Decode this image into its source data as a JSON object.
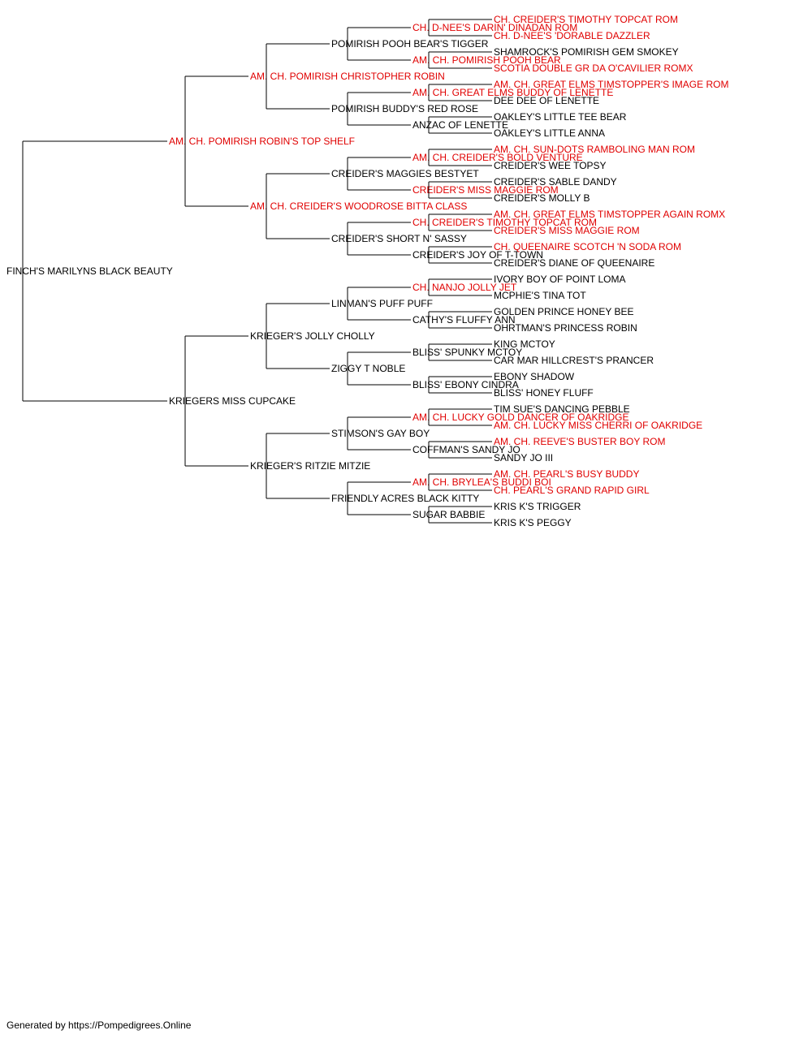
{
  "colors": {
    "champion": "#e00000",
    "normal": "#000000",
    "line": "#000000"
  },
  "pedigree": {
    "name": "FINCH'S MARILYNS BLACK BEAUTY",
    "ch": false,
    "sire": {
      "name": "AM. CH. POMIRISH ROBIN'S TOP SHELF",
      "ch": true,
      "sire": {
        "name": "AM. CH. POMIRISH CHRISTOPHER ROBIN",
        "ch": true,
        "sire": {
          "name": "POMIRISH POOH BEAR'S TIGGER",
          "ch": false,
          "sire": {
            "name": "CH. D-NEE'S DARIN' DINADAN ROM",
            "ch": true,
            "sire": {
              "name": "CH. CREIDER'S TIMOTHY TOPCAT ROM",
              "ch": true
            },
            "dam": {
              "name": "CH. D-NEE'S 'DORABLE DAZZLER",
              "ch": true
            }
          },
          "dam": {
            "name": "AM. CH. POMIRISH POOH BEAR",
            "ch": true,
            "sire": {
              "name": "SHAMROCK'S POMIRISH GEM SMOKEY",
              "ch": false
            },
            "dam": {
              "name": "SCOTIA DOUBLE GR DA O'CAVILIER ROMX",
              "ch": true
            }
          }
        },
        "dam": {
          "name": "POMIRISH BUDDY'S RED ROSE",
          "ch": false,
          "sire": {
            "name": "AM. CH. GREAT ELMS BUDDY OF LENETTE",
            "ch": true,
            "sire": {
              "name": "AM. CH. GREAT ELMS TIMSTOPPER'S IMAGE ROM",
              "ch": true
            },
            "dam": {
              "name": "DEE DEE OF LENETTE",
              "ch": false
            }
          },
          "dam": {
            "name": "ANZAC OF LENETTE",
            "ch": false,
            "sire": {
              "name": "OAKLEY'S LITTLE TEE BEAR",
              "ch": false
            },
            "dam": {
              "name": "OAKLEY'S LITTLE ANNA",
              "ch": false
            }
          }
        }
      },
      "dam": {
        "name": "AM. CH. CREIDER'S WOODROSE BITTA CLASS",
        "ch": true,
        "sire": {
          "name": "CREIDER'S MAGGIES BESTYET",
          "ch": false,
          "sire": {
            "name": "AM. CH. CREIDER'S BOLD VENTURE",
            "ch": true,
            "sire": {
              "name": "AM. CH. SUN-DOTS RAMBOLING MAN ROM",
              "ch": true
            },
            "dam": {
              "name": "CREIDER'S WEE TOPSY",
              "ch": false
            }
          },
          "dam": {
            "name": "CREIDER'S MISS MAGGIE ROM",
            "ch": true,
            "sire": {
              "name": "CREIDER'S SABLE DANDY",
              "ch": false
            },
            "dam": {
              "name": "CREIDER'S MOLLY B",
              "ch": false
            }
          }
        },
        "dam": {
          "name": "CREIDER'S SHORT N' SASSY",
          "ch": false,
          "sire": {
            "name": "CH. CREIDER'S TIMOTHY TOPCAT ROM",
            "ch": true,
            "sire": {
              "name": "AM. CH. GREAT ELMS TIMSTOPPER AGAIN ROMX",
              "ch": true
            },
            "dam": {
              "name": "CREIDER'S MISS MAGGIE ROM",
              "ch": true
            }
          },
          "dam": {
            "name": "CREIDER'S JOY OF T-TOWN",
            "ch": false,
            "sire": {
              "name": "CH. QUEENAIRE SCOTCH 'N SODA ROM",
              "ch": true
            },
            "dam": {
              "name": "CREIDER'S DIANE OF QUEENAIRE",
              "ch": false
            }
          }
        }
      }
    },
    "dam": {
      "name": "KRIEGERS MISS CUPCAKE",
      "ch": false,
      "sire": {
        "name": "KRIEGER'S JOLLY CHOLLY",
        "ch": false,
        "sire": {
          "name": "LINMAN'S PUFF PUFF",
          "ch": false,
          "sire": {
            "name": "CH. NANJO JOLLY JET",
            "ch": true,
            "sire": {
              "name": "IVORY BOY OF POINT LOMA",
              "ch": false
            },
            "dam": {
              "name": "MCPHIE'S TINA TOT",
              "ch": false
            }
          },
          "dam": {
            "name": "CATHY'S FLUFFY ANN",
            "ch": false,
            "sire": {
              "name": "GOLDEN PRINCE HONEY BEE",
              "ch": false
            },
            "dam": {
              "name": "OHRTMAN'S PRINCESS ROBIN",
              "ch": false
            }
          }
        },
        "dam": {
          "name": "ZIGGY T NOBLE",
          "ch": false,
          "sire": {
            "name": "BLISS' SPUNKY MCTOY",
            "ch": false,
            "sire": {
              "name": "KING MCTOY",
              "ch": false
            },
            "dam": {
              "name": "CAR MAR HILLCREST'S PRANCER",
              "ch": false
            }
          },
          "dam": {
            "name": "BLISS' EBONY CINDRA",
            "ch": false,
            "sire": {
              "name": "EBONY SHADOW",
              "ch": false
            },
            "dam": {
              "name": "BLISS' HONEY FLUFF",
              "ch": false
            }
          }
        }
      },
      "dam": {
        "name": "KRIEGER'S RITZIE MITZIE",
        "ch": false,
        "sire": {
          "name": "STIMSON'S GAY BOY",
          "ch": false,
          "sire": {
            "name": "AM. CH. LUCKY GOLD DANCER OF OAKRIDGE",
            "ch": true,
            "sire": {
              "name": "TIM SUE'S DANCING PEBBLE",
              "ch": false
            },
            "dam": {
              "name": "AM. CH. LUCKY MISS CHERRI OF OAKRIDGE",
              "ch": true
            }
          },
          "dam": {
            "name": "COFFMAN'S SANDY JO",
            "ch": false,
            "sire": {
              "name": "AM. CH. REEVE'S BUSTER BOY ROM",
              "ch": true
            },
            "dam": {
              "name": "SANDY JO III",
              "ch": false
            }
          }
        },
        "dam": {
          "name": "FRIENDLY ACRES BLACK KITTY",
          "ch": false,
          "sire": {
            "name": "AM. CH. BRYLEA'S BUDDI BOI",
            "ch": true,
            "sire": {
              "name": "AM. CH. PEARL'S BUSY BUDDY",
              "ch": true
            },
            "dam": {
              "name": "CH. PEARL'S GRAND RAPID GIRL",
              "ch": true
            }
          },
          "dam": {
            "name": "SUGAR BABBIE",
            "ch": false,
            "sire": {
              "name": "KRIS K'S TRIGGER",
              "ch": false
            },
            "dam": {
              "name": "KRIS K'S PEGGY",
              "ch": false
            }
          }
        }
      }
    }
  },
  "footer": "Generated by https://Pompedigrees.Online"
}
